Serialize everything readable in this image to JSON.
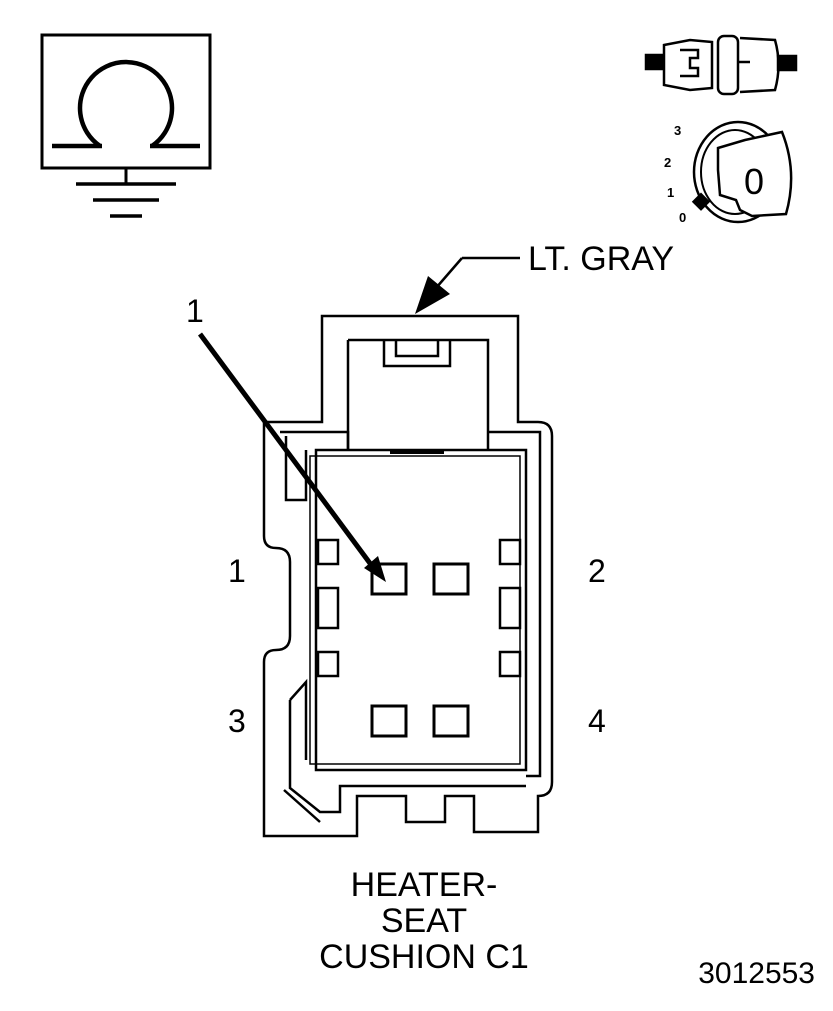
{
  "colors": {
    "stroke": "#000000",
    "background": "#ffffff"
  },
  "icons": {
    "ground_icon": "ohmmeter-ground-icon",
    "connector_icon": "connector-disconnected-icon",
    "ignition_icon": "ignition-key-off-icon"
  },
  "ignition": {
    "positions": [
      "3",
      "2",
      "1",
      "0"
    ],
    "key_label": "0"
  },
  "connector": {
    "color_label": "LT. GRAY",
    "callout_number": "1",
    "pin_labels": [
      "1",
      "2",
      "3",
      "4"
    ],
    "caption_lines": [
      "HEATER-",
      "SEAT",
      "CUSHION C1"
    ]
  },
  "figure_id": "3012553"
}
